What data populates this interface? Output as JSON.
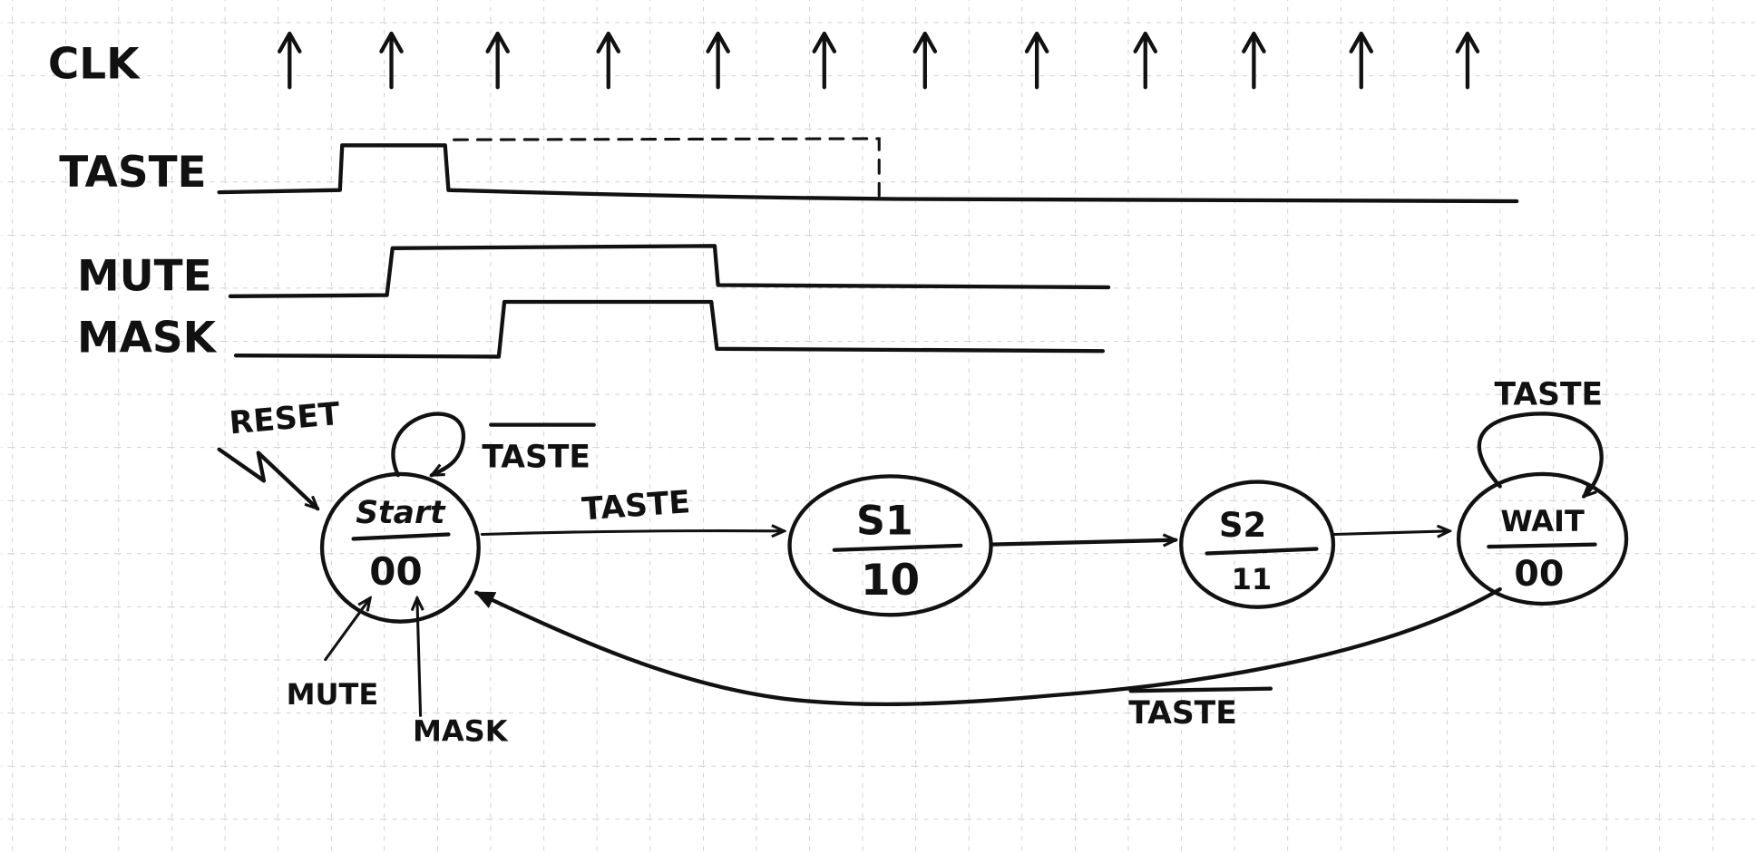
{
  "timing": {
    "clk_label": "CLK",
    "taste_label": "TASTE",
    "mute_label": "MUTE",
    "mask_label": "MASK",
    "clk_edges": 12
  },
  "fsm": {
    "reset_label": "RESET",
    "states": [
      {
        "name": "Start",
        "output": "00"
      },
      {
        "name": "S1",
        "output": "10"
      },
      {
        "name": "S2",
        "output": "11"
      },
      {
        "name": "WAIT",
        "output": "00"
      }
    ],
    "start_self_loop_label": "TASTE",
    "start_to_s1_label": "TASTE",
    "wait_self_loop_label": "TASTE",
    "wait_to_start_label": "TASTE",
    "output_labels": {
      "mute": "MUTE",
      "mask": "MASK"
    }
  }
}
